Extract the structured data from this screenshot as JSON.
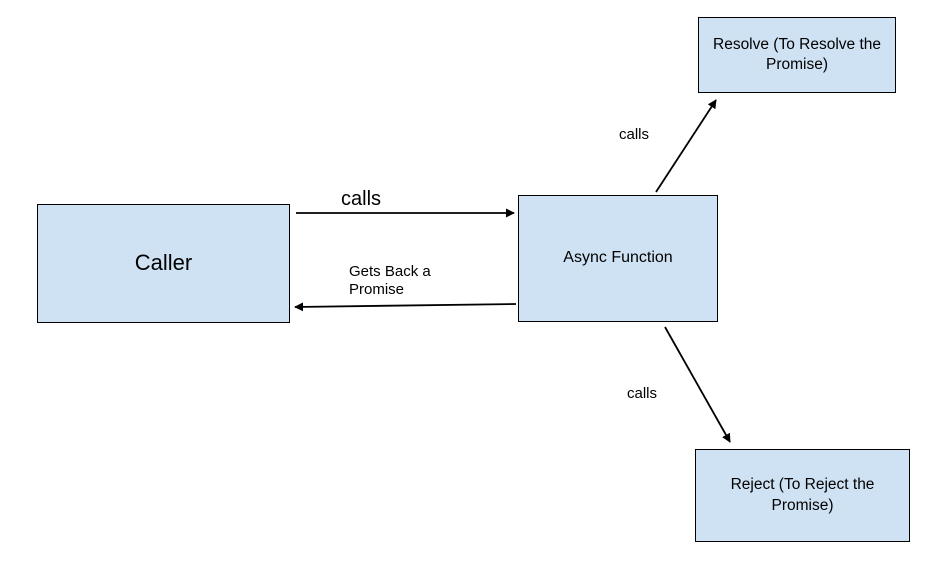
{
  "diagram": {
    "nodes": {
      "caller": {
        "label": "Caller"
      },
      "async_function": {
        "label": "Async Function"
      },
      "resolve": {
        "label": "Resolve (To Resolve the Promise)"
      },
      "reject": {
        "label": "Reject (To Reject the Promise)"
      }
    },
    "edges": {
      "caller_to_async": {
        "label": "calls"
      },
      "async_to_caller": {
        "label": "Gets Back a Promise"
      },
      "async_to_resolve": {
        "label": "calls"
      },
      "async_to_reject": {
        "label": "calls"
      }
    },
    "colors": {
      "node_fill": "#cfe2f3",
      "stroke": "#000000",
      "background": "#ffffff"
    }
  }
}
